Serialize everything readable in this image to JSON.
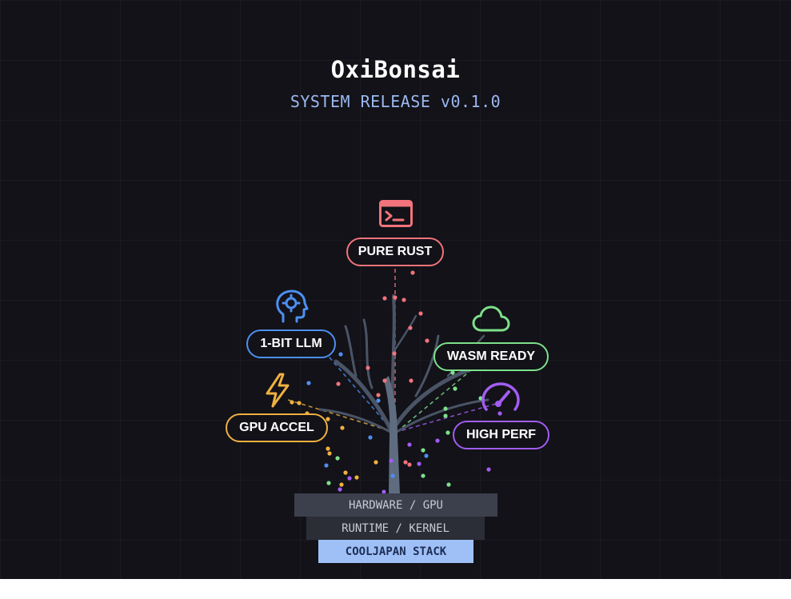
{
  "header": {
    "title": "OxiBonsai",
    "subtitle": "SYSTEM RELEASE v0.1.0"
  },
  "features": [
    {
      "label": "PURE RUST",
      "icon": "terminal-icon",
      "color": "#f2737b"
    },
    {
      "label": "1-BIT LLM",
      "icon": "brain-gear-icon",
      "color": "#4d8ff0"
    },
    {
      "label": "WASM READY",
      "icon": "cloud-icon",
      "color": "#7ee08a"
    },
    {
      "label": "GPU ACCEL",
      "icon": "lightning-icon",
      "color": "#f0b040"
    },
    {
      "label": "HIGH PERF",
      "icon": "speedometer-icon",
      "color": "#a25cf2"
    }
  ],
  "stack": [
    {
      "label": "HARDWARE / GPU",
      "bg": "#3c3f4c",
      "fg": "#c8cad4"
    },
    {
      "label": "RUNTIME / KERNEL",
      "bg": "#2b2d37",
      "fg": "#c8cad4"
    },
    {
      "label": "COOLJAPAN STACK",
      "bg": "#9ec0f6",
      "fg": "#1d2d55"
    }
  ],
  "colors": {
    "background": "#121218",
    "trunk": "#5f6c80",
    "branch": "#4a5466"
  }
}
